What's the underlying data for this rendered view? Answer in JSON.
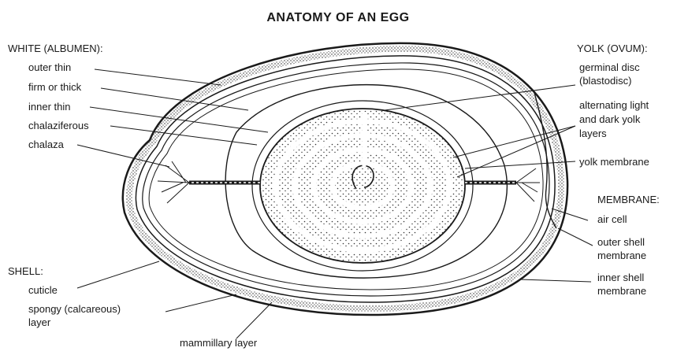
{
  "title": "ANATOMY OF AN EGG",
  "white": {
    "header": "WHITE (ALBUMEN):",
    "items": [
      "outer thin",
      "firm or thick",
      "inner thin",
      "chalaziferous",
      "chalaza"
    ]
  },
  "yolk": {
    "header": "YOLK (OVUM):",
    "germinal": [
      "germinal disc",
      "(blastodisc)"
    ],
    "layers": [
      "alternating light",
      "and dark yolk",
      "layers"
    ],
    "membrane": "yolk membrane"
  },
  "membrane": {
    "header": "MEMBRANE:",
    "air_cell": "air cell",
    "outer": [
      "outer shell",
      "membrane"
    ],
    "inner": [
      "inner shell",
      "membrane"
    ]
  },
  "shell": {
    "header": "SHELL:",
    "cuticle": "cuticle",
    "spongy": [
      "spongy (calcareous)",
      "layer"
    ],
    "mammillary": "mammillary layer"
  },
  "colors": {
    "ink": "#1a1a1a",
    "background": "#ffffff"
  }
}
